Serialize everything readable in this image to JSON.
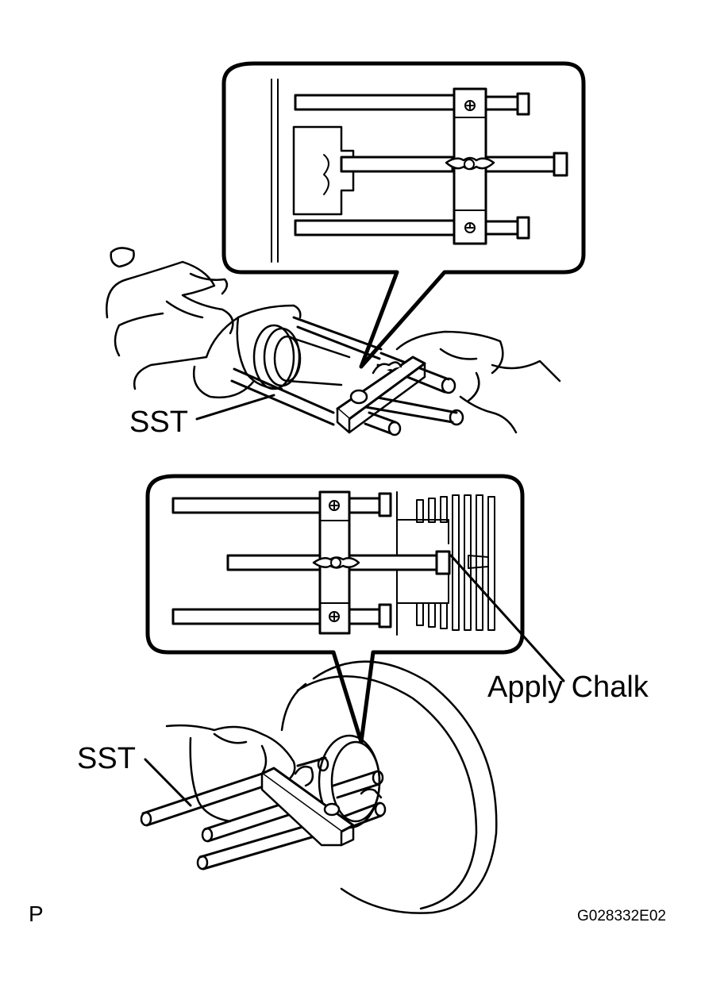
{
  "labels": {
    "sst_top": "SST",
    "sst_bottom": "SST",
    "apply_chalk": "Apply Chalk",
    "corner_mark": "P",
    "figure_code": "G028332E02"
  },
  "colors": {
    "line": "#000000",
    "background": "#ffffff"
  },
  "icons": [
    "screw-head-icon"
  ]
}
